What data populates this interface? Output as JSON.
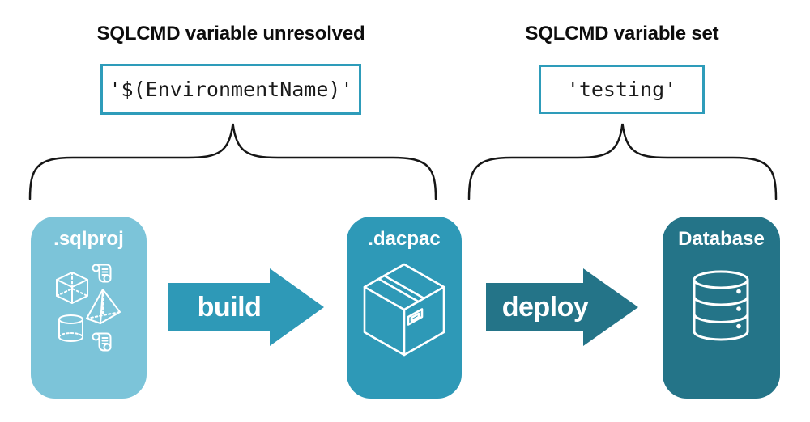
{
  "left_group": {
    "heading": "SQLCMD variable unresolved",
    "code_value": "'$(EnvironmentName)'"
  },
  "right_group": {
    "heading": "SQLCMD variable set",
    "code_value": "'testing'"
  },
  "pipeline": {
    "stage_sqlproj": {
      "label": ".sqlproj",
      "icon": "sql-objects-icons"
    },
    "stage_dacpac": {
      "label": ".dacpac",
      "icon": "package-box-icon"
    },
    "stage_database": {
      "label": "Database",
      "icon": "database-cylinder-icon"
    },
    "build_arrow": {
      "label": "build"
    },
    "deploy_arrow": {
      "label": "deploy"
    }
  },
  "colors": {
    "sqlproj_card": "#7cc4d9",
    "dacpac_card": "#2e99b7",
    "database_card": "#247488",
    "build_arrow": "#2e99b7",
    "deploy_arrow": "#247488",
    "code_box_border": "#2e9cba",
    "brace_stroke": "#161616",
    "heading_text": "#0d0d0d"
  }
}
